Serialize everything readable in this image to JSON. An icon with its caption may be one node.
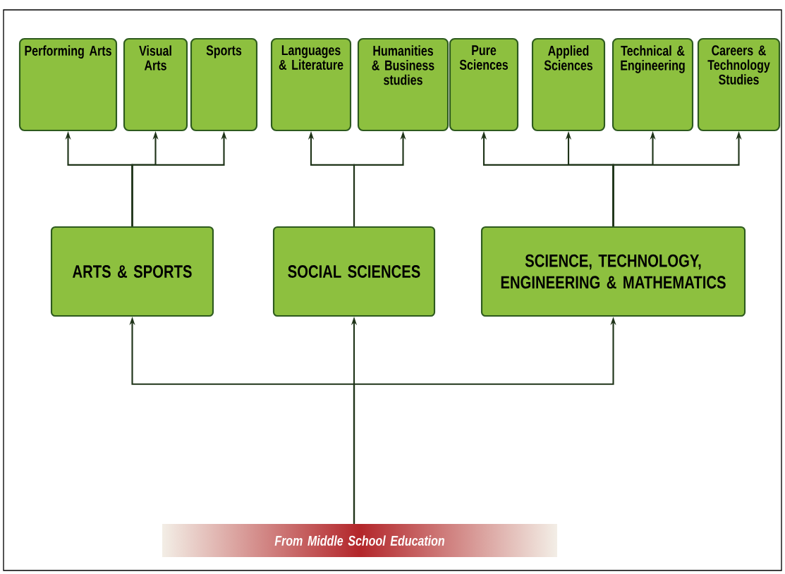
{
  "diagram": {
    "nodes": [
      {
        "text": [
          "Performing Arts"
        ]
      },
      {
        "text": [
          "Visual Arts"
        ]
      },
      {
        "text": [
          "Sports"
        ]
      },
      {
        "text": [
          "Languages & Literature"
        ]
      },
      {
        "text": [
          "Humanities & Business studies"
        ]
      },
      {
        "text": [
          "Pure Sciences"
        ]
      },
      {
        "text": [
          "Applied Sciences"
        ]
      },
      {
        "text": [
          "Technical & Engineering"
        ]
      },
      {
        "text": [
          "Careers & Technology Studies"
        ]
      },
      {
        "text": [
          "ARTS & SPORTS"
        ]
      },
      {
        "text": [
          "SOCIAL SCIENCES"
        ]
      },
      {
        "text": [
          "SCIENCE, TECHNOLOGY, ENGINEERING & MATHEMATICS"
        ]
      },
      {
        "text": [
          "From Middle School Education"
        ]
      }
    ],
    "edges": [
      {
        "from": 12,
        "to": 9,
        "arrow": "to"
      },
      {
        "from": 12,
        "to": 10,
        "arrow": "to"
      },
      {
        "from": 12,
        "to": 11,
        "arrow": "to"
      },
      {
        "from": 9,
        "to": 0,
        "arrow": "to"
      },
      {
        "from": 9,
        "to": 1,
        "arrow": "to"
      },
      {
        "from": 9,
        "to": 2,
        "arrow": "to"
      },
      {
        "from": 10,
        "to": 3,
        "arrow": "to"
      },
      {
        "from": 10,
        "to": 4,
        "arrow": "to"
      },
      {
        "from": 11,
        "to": 5,
        "arrow": "to"
      },
      {
        "from": 11,
        "to": 6,
        "arrow": "to"
      },
      {
        "from": 11,
        "to": 7,
        "arrow": "to"
      },
      {
        "from": 11,
        "to": 8,
        "arrow": "to"
      }
    ]
  }
}
